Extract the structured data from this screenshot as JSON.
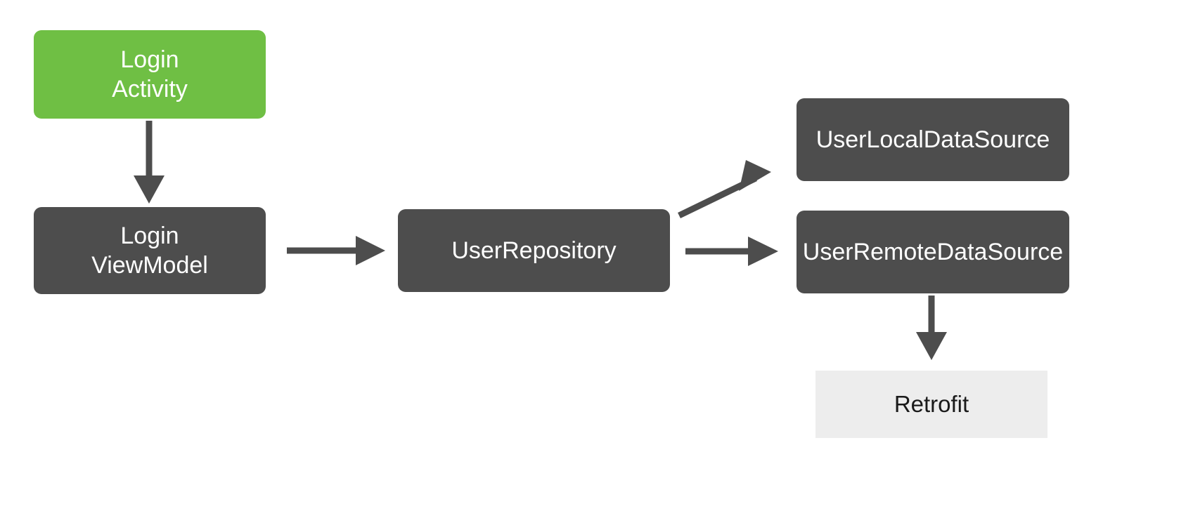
{
  "diagram": {
    "title": "Android app layered architecture flow",
    "background_color": "#ffffff",
    "palette": {
      "dark_node": "#4d4d4d",
      "highlight_node": "#6fbf44",
      "light_node": "#ededed",
      "dark_node_text": "#ffffff",
      "light_node_text": "#1a1a1a",
      "edge": "#4d4d4d"
    },
    "nodes": {
      "login_activity": {
        "label": "Login\nActivity",
        "style": "highlight"
      },
      "login_viewmodel": {
        "label": "Login\nViewModel",
        "style": "dark"
      },
      "user_repository": {
        "label": "UserRepository",
        "style": "dark"
      },
      "user_local_data_source": {
        "label": "UserLocalDataSource",
        "style": "dark"
      },
      "user_remote_data_source": {
        "label": "UserRemoteDataSource",
        "style": "dark"
      },
      "retrofit": {
        "label": "Retrofit",
        "style": "light"
      }
    },
    "edges": [
      {
        "from": "login_activity",
        "to": "login_viewmodel",
        "direction": "down"
      },
      {
        "from": "login_viewmodel",
        "to": "user_repository",
        "direction": "right"
      },
      {
        "from": "user_repository",
        "to": "user_local_data_source",
        "direction": "up-right"
      },
      {
        "from": "user_repository",
        "to": "user_remote_data_source",
        "direction": "right"
      },
      {
        "from": "user_remote_data_source",
        "to": "retrofit",
        "direction": "down"
      }
    ]
  }
}
